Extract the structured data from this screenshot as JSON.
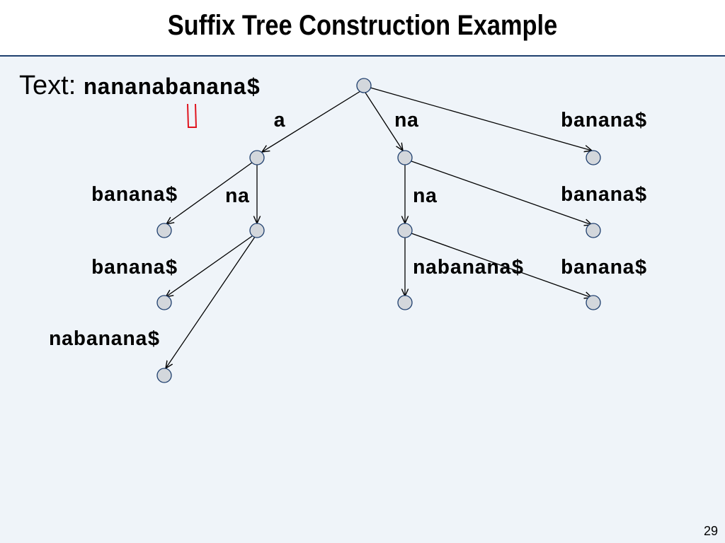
{
  "slide": {
    "title": "Suffix Tree Construction Example",
    "text_label": "Text:",
    "text_value": "nananabanana$",
    "page_number": "29"
  },
  "tree": {
    "edge_labels": [
      "a",
      "na",
      "banana$",
      "banana$",
      "na",
      "na",
      "banana$",
      "banana$",
      "nabanana$",
      "banana$",
      "nabanana$"
    ]
  },
  "colors": {
    "node_fill": "#d3d7dc",
    "node_stroke": "#1f3f6e",
    "edge": "#000000",
    "annotation": "#e0141e",
    "header_rule": "#1f3f6e"
  }
}
